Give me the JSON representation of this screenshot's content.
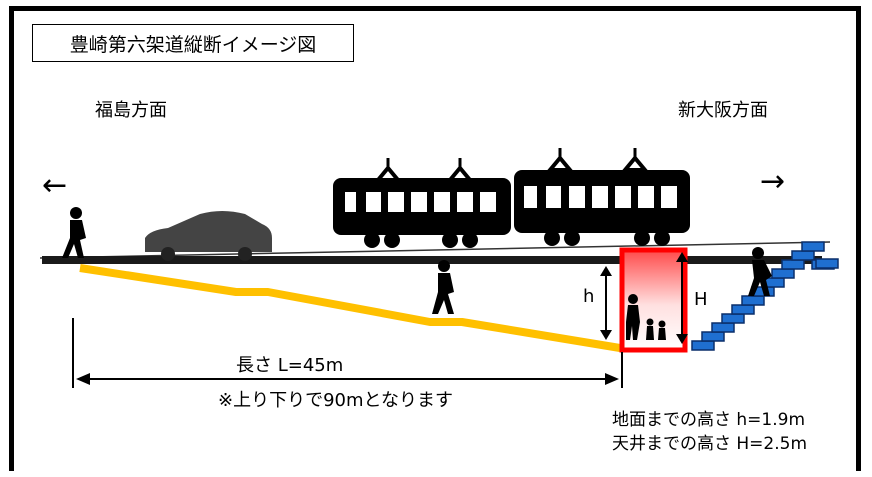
{
  "title": "豊崎第六架道縦断イメージ図",
  "direction_left": "福島方面",
  "direction_right": "新大阪方面",
  "arrow_left": "←",
  "arrow_right": "→",
  "length_label": "長さ L=45m",
  "roundtrip_note": "※上り下りで90mとなります",
  "h_label": "h",
  "H_label": "H",
  "ground_height": "地面までの高さ h=1.9m",
  "ceiling_height": "天井までの高さ H=2.5m",
  "colors": {
    "ramp": "#FFC000",
    "underpass": "#FF0000",
    "stairs": "#1F6FD0",
    "road": "#1a1a1a"
  }
}
